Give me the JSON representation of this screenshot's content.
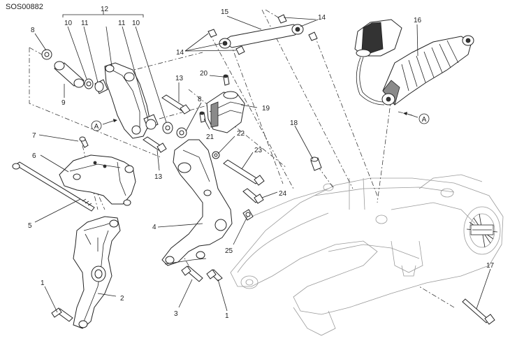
{
  "diagram_code": "SOS00882",
  "reference_marker": "A",
  "callouts": [
    "1",
    "2",
    "3",
    "4",
    "5",
    "6",
    "7",
    "8",
    "9",
    "10",
    "11",
    "12",
    "13",
    "14",
    "15",
    "16",
    "17",
    "18",
    "19",
    "20",
    "21",
    "22",
    "23",
    "24",
    "25"
  ]
}
